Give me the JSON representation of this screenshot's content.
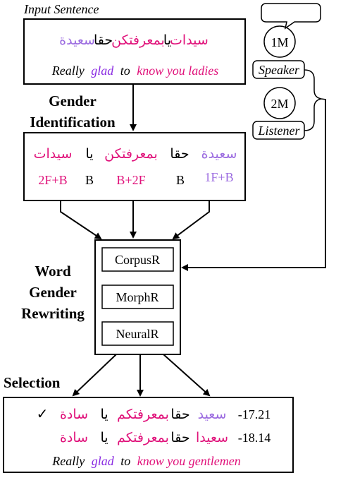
{
  "colors": {
    "feminine": "#e0117a",
    "neutral_purple": "#9b6be0",
    "glad_purple": "#8a2be2",
    "black": "#000000"
  },
  "input": {
    "label": "Input Sentence",
    "arabic_words": [
      "سيدات",
      "يا",
      "بمعرفتكن",
      "حقا",
      "سعيدة"
    ],
    "english_words": [
      "Really",
      "glad",
      "to",
      "know you ladies"
    ]
  },
  "gender_id": {
    "label_line1": "Gender",
    "label_line2": "Identification",
    "arabic_words": [
      "سيدات",
      "يا",
      "بمعرفتكن",
      "حقا",
      "سعيدة"
    ],
    "tags": [
      "2F+B",
      "B",
      "B+2F",
      "B",
      "1F+B"
    ]
  },
  "rewriting": {
    "label_line1": "Word",
    "label_line2": "Gender",
    "label_line3": "Rewriting",
    "models": [
      "CorpusR",
      "MorphR",
      "NeuralR"
    ]
  },
  "selection": {
    "label": "Selection",
    "check": "✓",
    "rows": [
      {
        "words": [
          "سادة",
          "يا",
          "بمعرفتكم",
          "حقا",
          "سعيد"
        ],
        "score": "-17.21"
      },
      {
        "words": [
          "سادة",
          "يا",
          "بمعرفتكم",
          "حقا",
          "سعيدا"
        ],
        "score": "-18.14"
      }
    ],
    "english_words": [
      "Really",
      "glad",
      "to",
      "know you gentlemen"
    ]
  },
  "speaker": {
    "badge": "1M",
    "label": "Speaker"
  },
  "listener": {
    "badge": "2M",
    "label": "Listener"
  }
}
